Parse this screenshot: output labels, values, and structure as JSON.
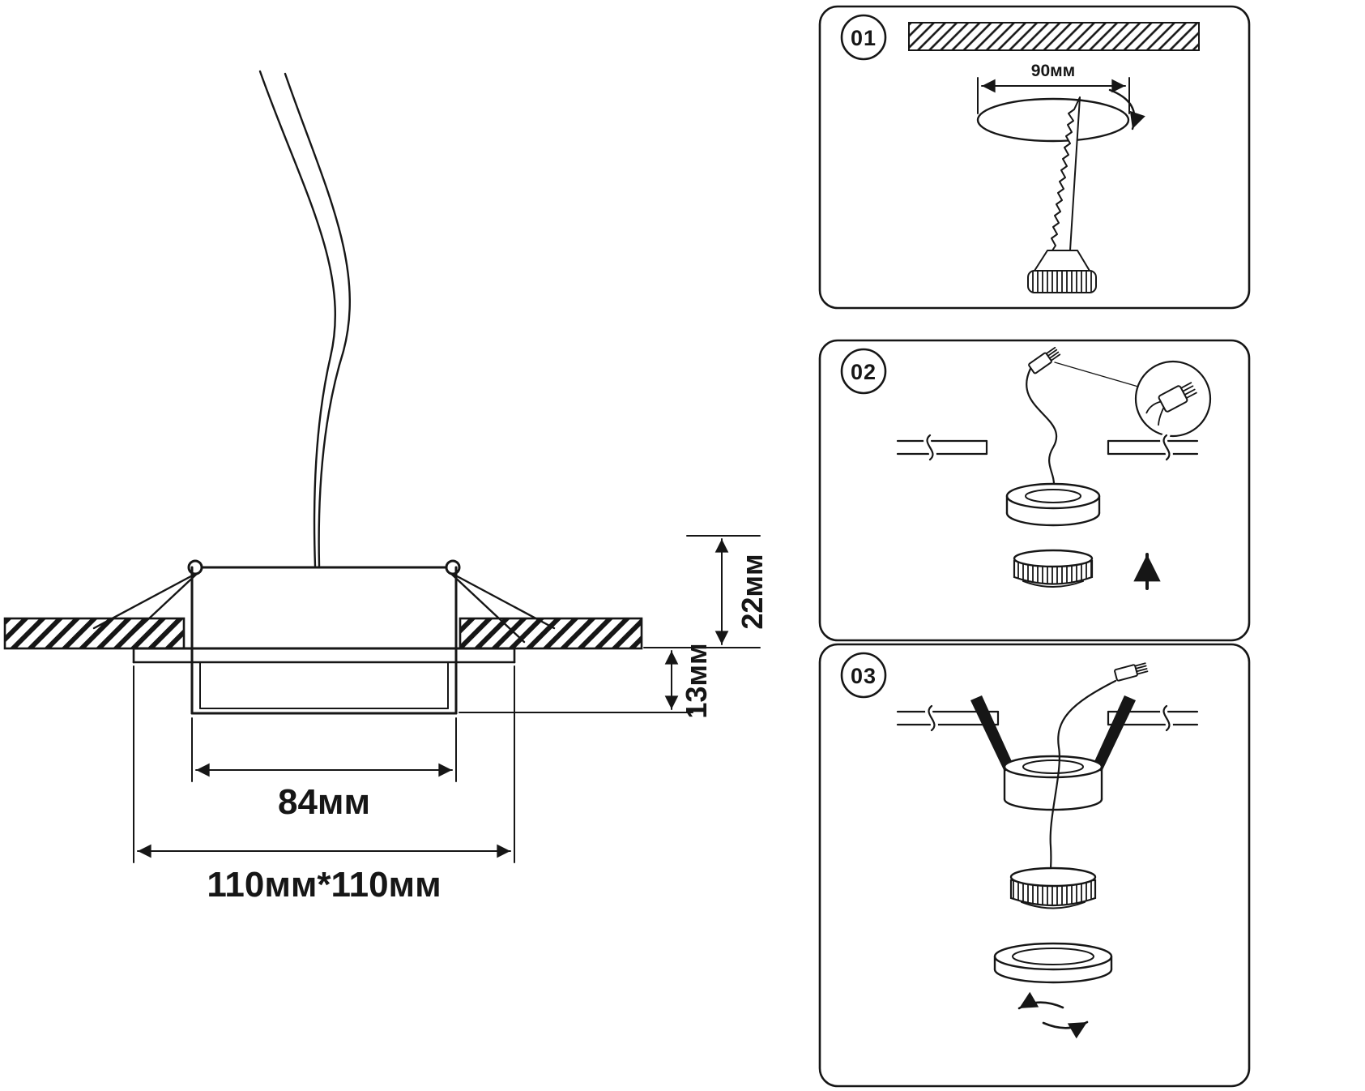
{
  "page": {
    "title": "Recessed downlight installation diagram",
    "colors": {
      "ink": "#161616",
      "background": "#ffffff"
    }
  },
  "main_drawing": {
    "dim_above_ceiling": "22мм",
    "dim_below_ceiling": "13мм",
    "dim_inner_body": "84мм",
    "dim_overall": "110мм*110мм"
  },
  "steps": [
    {
      "number": "01",
      "hole_diameter": "90мм"
    },
    {
      "number": "02"
    },
    {
      "number": "03"
    }
  ]
}
